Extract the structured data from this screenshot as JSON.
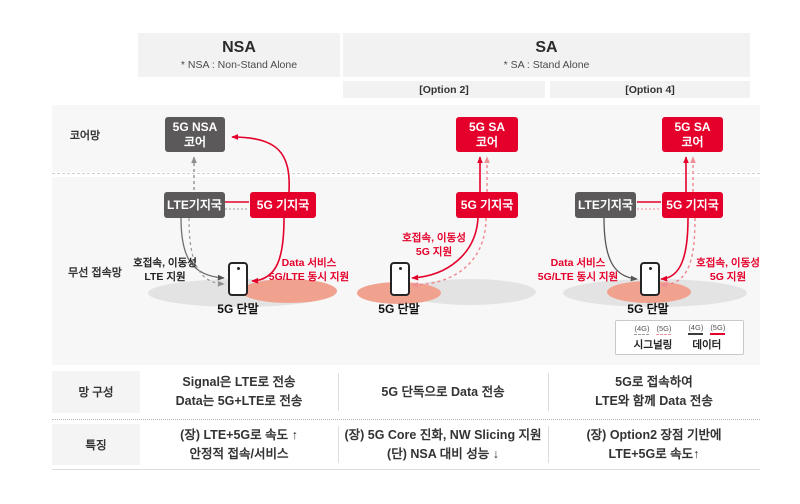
{
  "colors": {
    "red": "#e4002b",
    "dark_gray": "#5b5959",
    "panel_gray": "#f7f7f7",
    "header_gray": "#f2f2f2",
    "salmon": "#f1a28f",
    "ellipse_gray": "#e3e3e3"
  },
  "header": {
    "nsa_title": "NSA",
    "nsa_subtitle": "* NSA : Non-Stand Alone",
    "sa_title": "SA",
    "sa_subtitle": "* SA : Stand Alone",
    "option2_label": "[Option 2]",
    "option4_label": "[Option 4]"
  },
  "row_labels": {
    "core_network": "코어망",
    "radio_access_network": "무선 접속망",
    "network_config": "망 구성",
    "features": "특징"
  },
  "nsa": {
    "core_box": "5G NSA\n코어",
    "lte_station": "LTE기지국",
    "g5_station": "5G 기지국",
    "device": "5G 단말",
    "left_note": "호접속, 이동성\nLTE 지원",
    "right_note": "Data 서비스\n5G/LTE 동시 지원",
    "config": "Signal은 LTE로 전송\nData는 5G+LTE로 전송",
    "features": "(장) LTE+5G로 속도 ↑\n안정적 접속/서비스"
  },
  "option2": {
    "core_box": "5G SA\n코어",
    "g5_station": "5G 기지국",
    "device": "5G 단말",
    "note": "호접속, 이동성\n5G 지원",
    "config": "5G 단독으로 Data 전송",
    "features": "(장) 5G Core 진화, NW Slicing 지원\n(단) NSA 대비 성능 ↓"
  },
  "option4": {
    "core_box": "5G SA\n코어",
    "lte_station": "LTE기지국",
    "g5_station": "5G 기지국",
    "device": "5G 단말",
    "left_note": "Data 서비스\n5G/LTE 동시 지원",
    "right_note": "호접속, 이동성\n5G 지원",
    "config": "5G로 접속하여\nLTE와 함께 Data 전송",
    "features": "(장) Option2 장점 기반에\nLTE+5G로 속도↑"
  },
  "legend": {
    "g4": "(4G)",
    "g5": "(5G)",
    "signaling": "시그널링",
    "data": "데이터"
  }
}
